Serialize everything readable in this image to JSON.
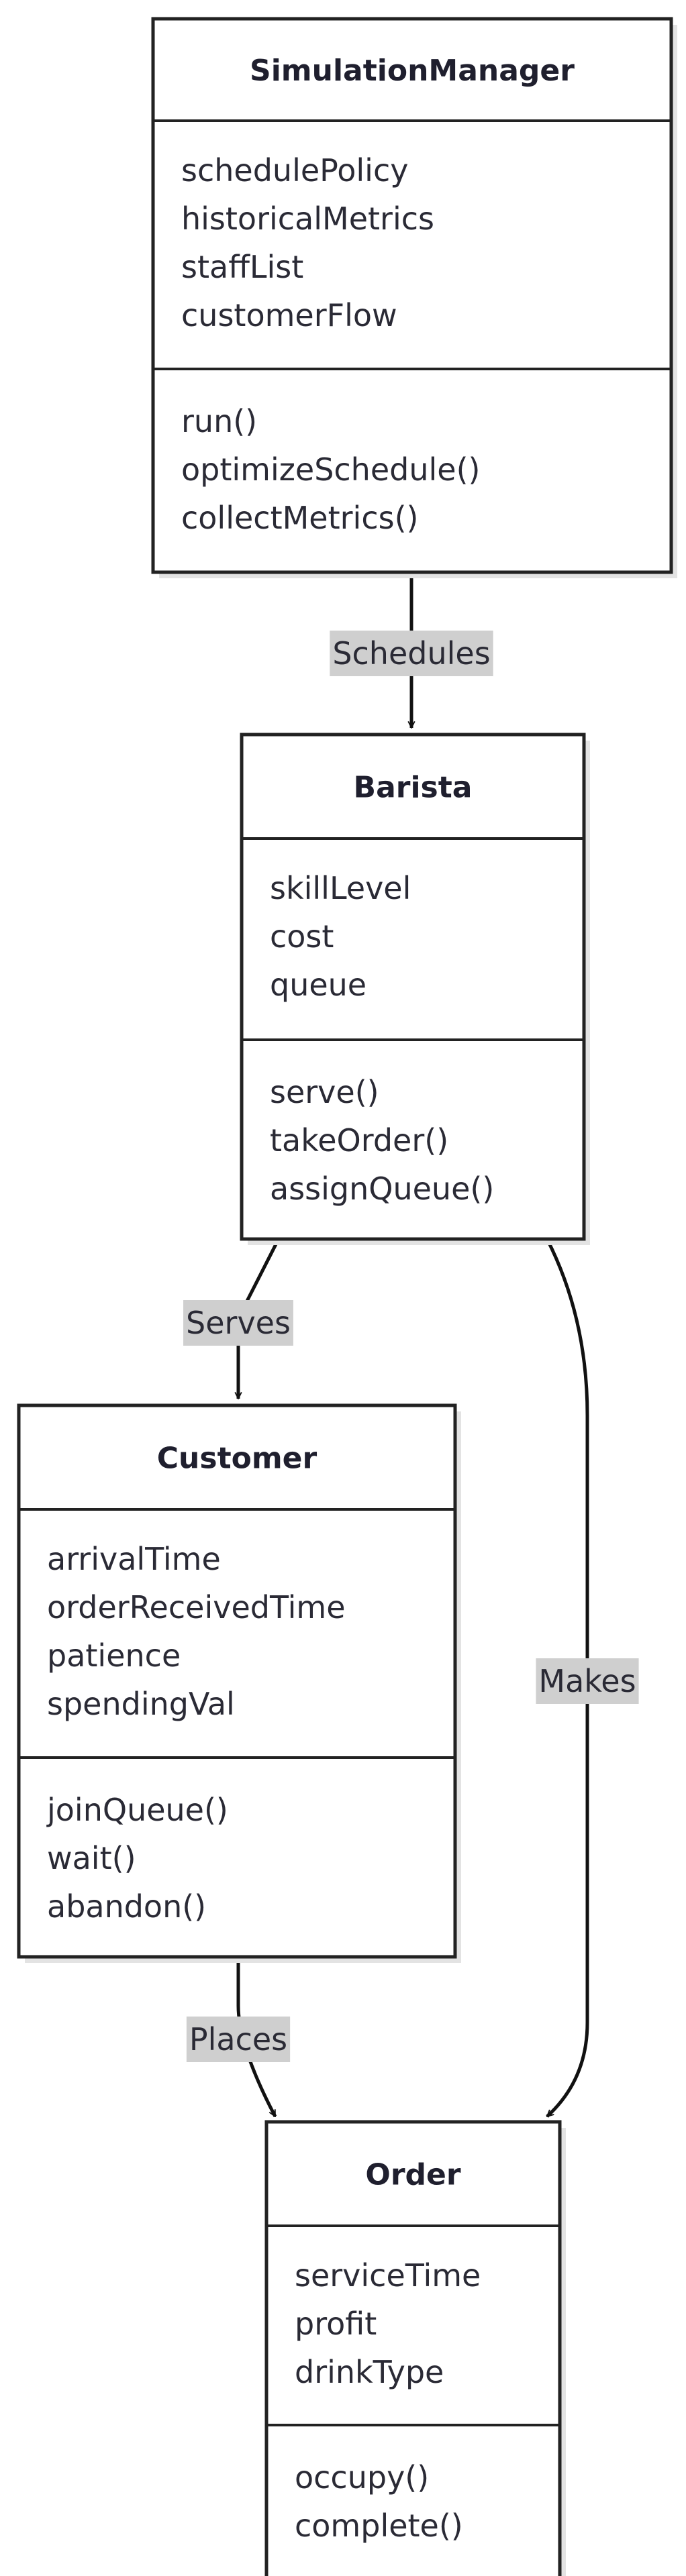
{
  "classes": [
    {
      "id": "simulation-manager",
      "name": "SimulationManager",
      "attributes": [
        "schedulePolicy",
        "historicalMetrics",
        "staffList",
        "customerFlow"
      ],
      "methods": [
        "run()",
        "optimizeSchedule()",
        "collectMetrics()"
      ]
    },
    {
      "id": "barista",
      "name": "Barista",
      "attributes": [
        "skillLevel",
        "cost",
        "queue"
      ],
      "methods": [
        "serve()",
        "takeOrder()",
        "assignQueue()"
      ]
    },
    {
      "id": "customer",
      "name": "Customer",
      "attributes": [
        "arrivalTime",
        "orderReceivedTime",
        "patience",
        "spendingVal"
      ],
      "methods": [
        "joinQueue()",
        "wait()",
        "abandon()"
      ]
    },
    {
      "id": "order",
      "name": "Order",
      "attributes": [
        "serviceTime",
        "profit",
        "drinkType"
      ],
      "methods": [
        "occupy()",
        "complete()"
      ]
    }
  ],
  "relations": [
    {
      "id": "schedules",
      "from": "simulation-manager",
      "to": "barista",
      "label": "Schedules"
    },
    {
      "id": "serves",
      "from": "barista",
      "to": "customer",
      "label": "Serves"
    },
    {
      "id": "makes",
      "from": "barista",
      "to": "order",
      "label": "Makes"
    },
    {
      "id": "places",
      "from": "customer",
      "to": "order",
      "label": "Places"
    }
  ],
  "colors": {
    "box_fill": "#ffffff",
    "box_stroke": "#222222",
    "shadow": "#e3e3e3",
    "edge": "#111111",
    "label_bg": "#cfcfcf",
    "text": "#2a2a35"
  }
}
